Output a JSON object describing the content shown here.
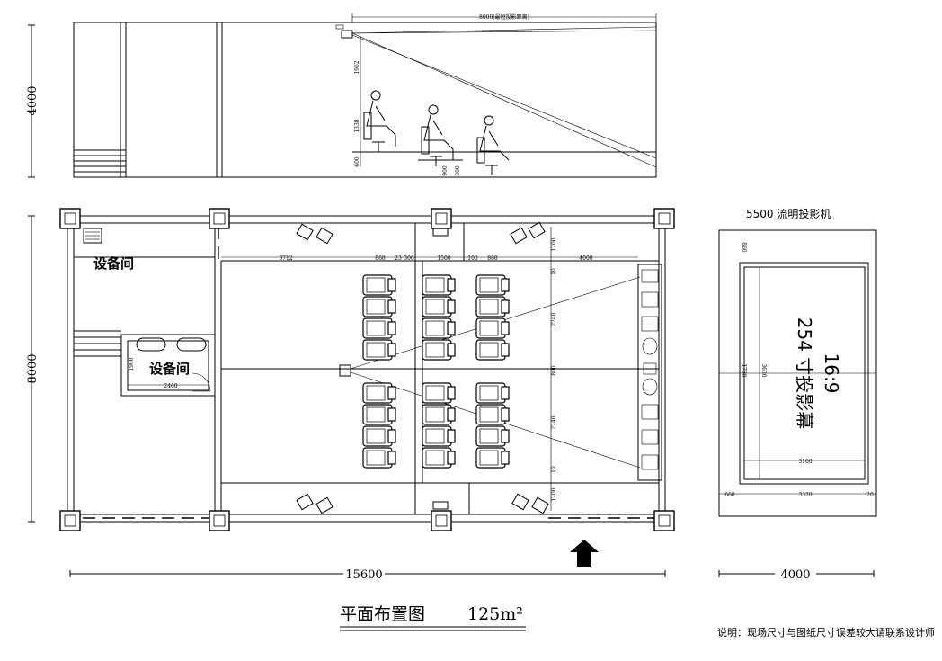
{
  "title": "平面布置图",
  "area": "125m²",
  "note": "说明：现场尺寸与图纸尺寸误差较大请联系设计师",
  "projector_label": "5500 流明投影机",
  "screen_label_line1": "16:9",
  "screen_label_line2": "254 寸投影幕",
  "rooms": {
    "equipment_room_top": "设备间",
    "equipment_room_mid": "设备间"
  },
  "section": {
    "height_dim": "4000",
    "throw_dim": "8000(最短投影距离)",
    "dims": [
      "1962",
      "1338",
      "600",
      "900",
      "300"
    ]
  },
  "plan": {
    "total_width_dim": "15600",
    "height_dim": "8000",
    "top_dims": [
      "3712",
      "868",
      "23",
      "300",
      "1500",
      "100",
      "868",
      "4000"
    ],
    "side_dims": [
      "1200",
      "10",
      "2240",
      "800",
      "2240",
      "10",
      "1200"
    ],
    "room_dims": [
      "1900",
      "2460"
    ]
  },
  "screen_view": {
    "width_dim": "4000",
    "dims": [
      "860",
      "1730",
      "3630",
      "3160",
      "660",
      "3320",
      "20"
    ]
  }
}
